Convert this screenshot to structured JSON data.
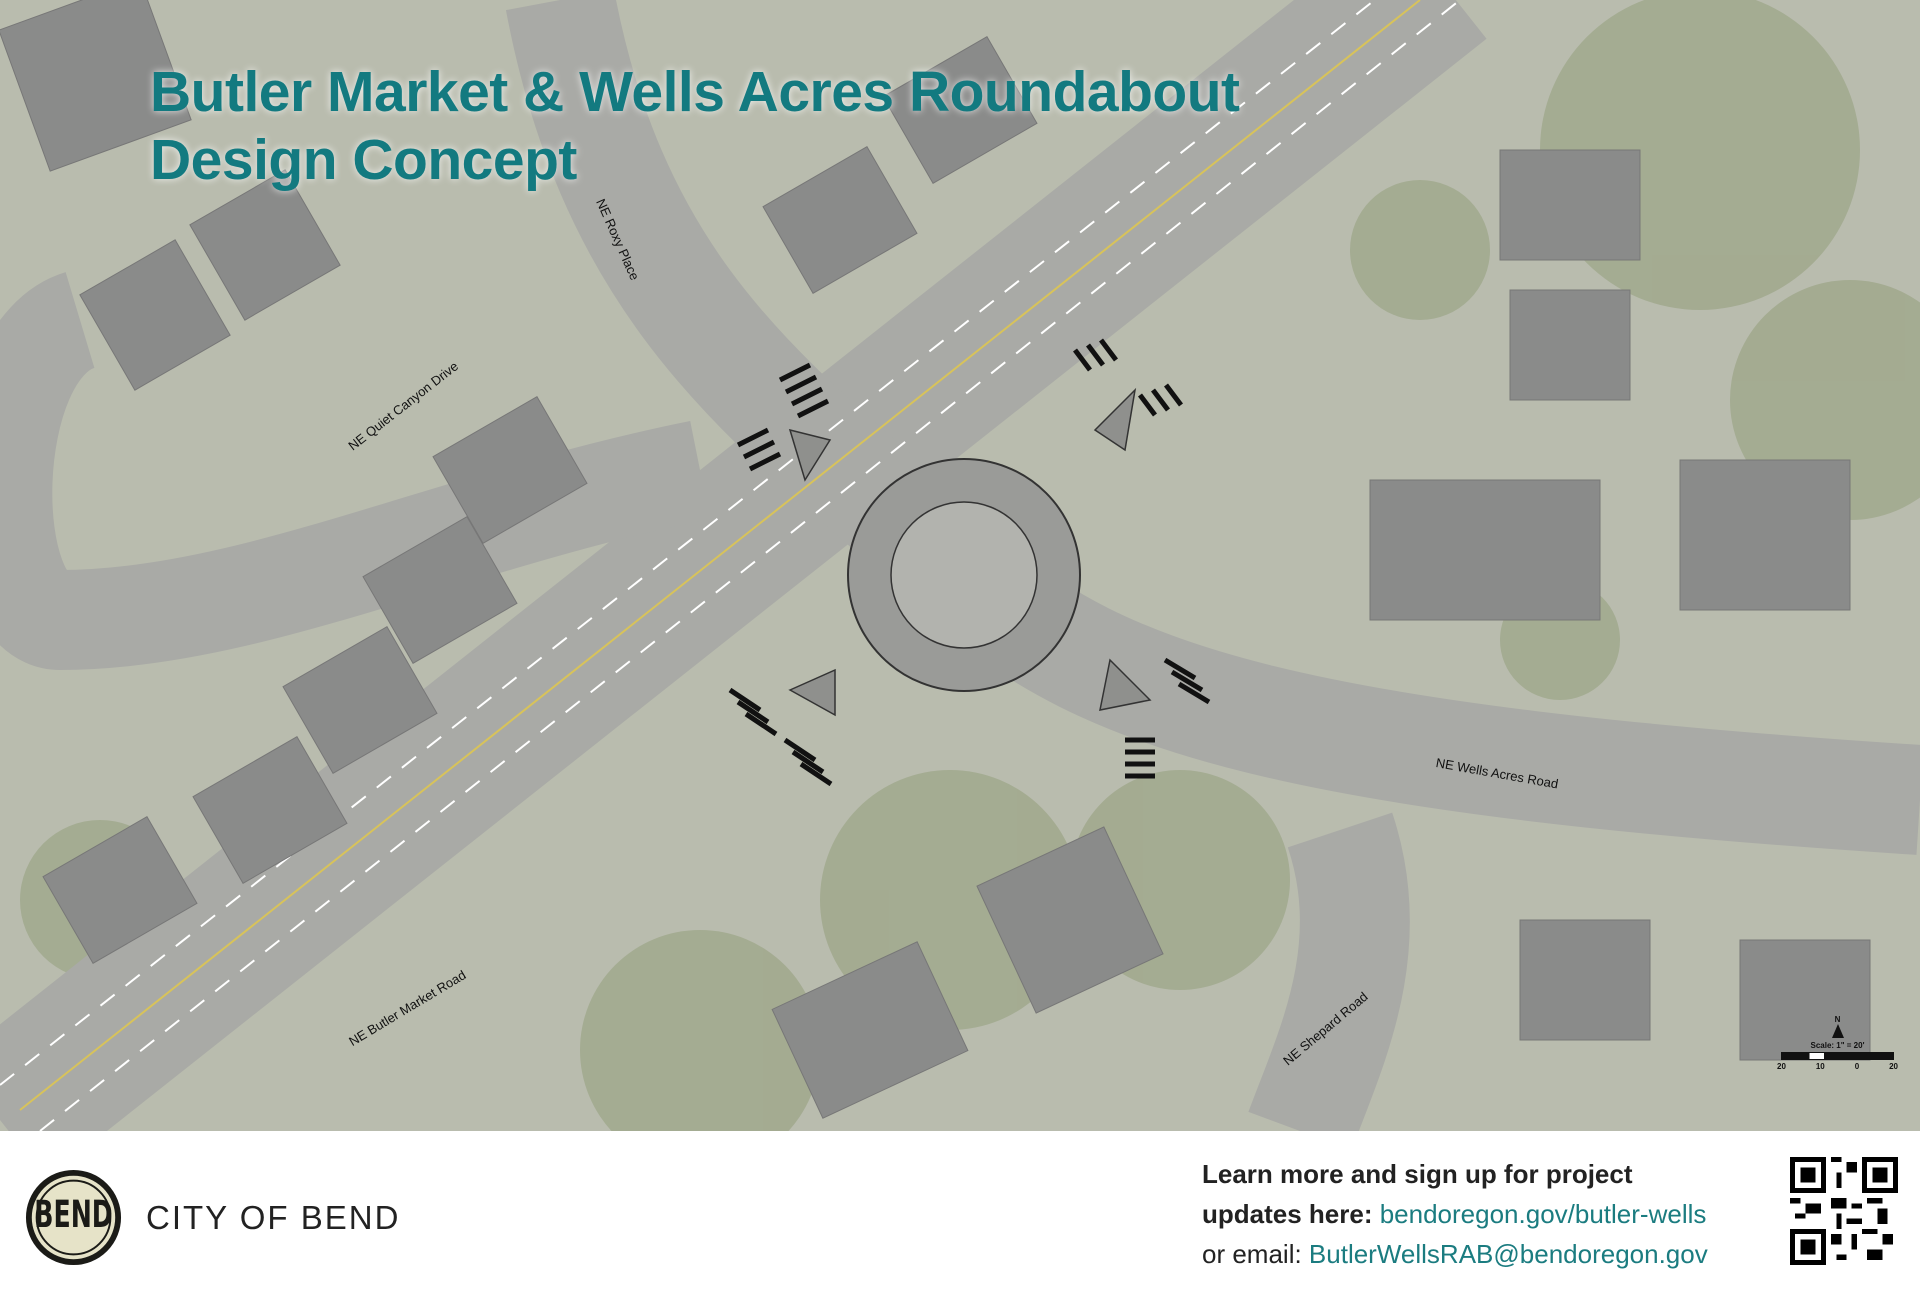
{
  "title": {
    "line1": "Butler Market & Wells Acres Roundabout",
    "line2": "Design Concept"
  },
  "map": {
    "road_labels": {
      "roxy": "NE Roxy Place",
      "quiet_canyon": "NE Quiet Canyon Drive",
      "butler_market": "NE Butler Market Road",
      "wells_acres": "NE Wells Acres Road",
      "shepard": "NE Shepard Road"
    },
    "north_arrow": "N",
    "scale_text": "Scale: 1\" = 20'",
    "scale_ticks": [
      "20",
      "10",
      "0",
      "20"
    ]
  },
  "footer": {
    "logo_text": "BEND",
    "city_name": "CITY OF BEND",
    "line1": "Learn more and sign up for project",
    "line2_bold": "updates here: ",
    "line2_link": "bendoregon.gov/butler-wells",
    "line3_prefix": "or email: ",
    "line3_email": "ButlerWellsRAB@bendoregon.gov",
    "qr_icon": "qr-code-icon"
  },
  "colors": {
    "title": "#137a80",
    "link": "#1b7c80"
  }
}
